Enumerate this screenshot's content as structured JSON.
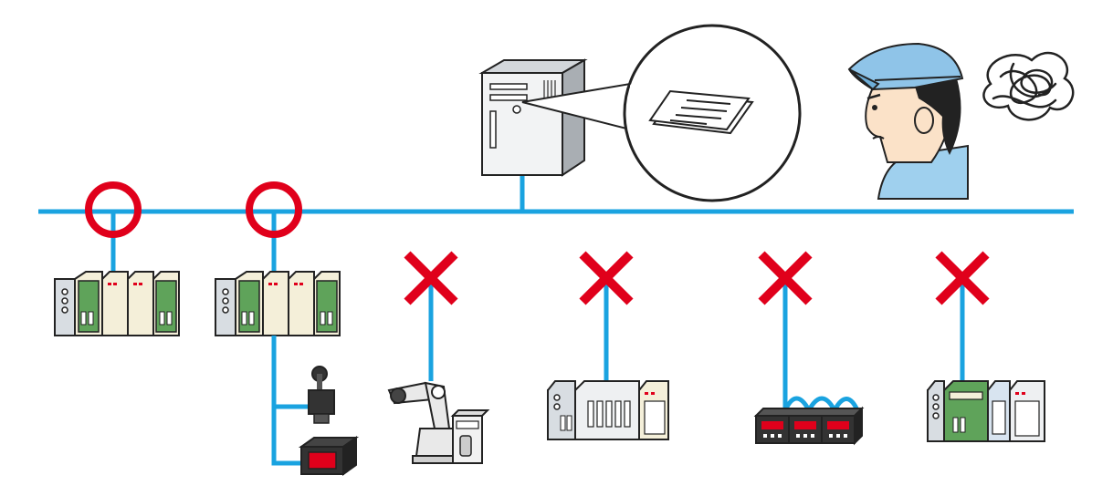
{
  "colors": {
    "network_line": "#1aa3e0",
    "ok_mark": "#e0001b",
    "ng_mark": "#e0001b",
    "plc_green": "#5fa35a",
    "device_body": "#f4efd9",
    "worker_cap": "#8fc4e8"
  },
  "diagram": {
    "server": {
      "icon": "server-tower-icon",
      "callout_icon": "document-icon"
    },
    "worker": {
      "icon": "confused-worker-icon",
      "thought_icon": "tangled-scribble-icon"
    },
    "nodes": [
      {
        "device": "plc-rack-icon",
        "status": "connected",
        "status_icon": "circle-ok-icon"
      },
      {
        "device": "plc-rack-with-io-icon",
        "status": "connected",
        "status_icon": "circle-ok-icon"
      },
      {
        "device": "robot-arm-controller-icon",
        "status": "not-connected",
        "status_icon": "cross-ng-icon"
      },
      {
        "device": "plc-rack-icon",
        "status": "not-connected",
        "status_icon": "cross-ng-icon"
      },
      {
        "device": "digital-panel-meters-icon",
        "status": "not-connected",
        "status_icon": "cross-ng-icon"
      },
      {
        "device": "plc-rack-icon",
        "status": "not-connected",
        "status_icon": "cross-ng-icon"
      }
    ]
  }
}
